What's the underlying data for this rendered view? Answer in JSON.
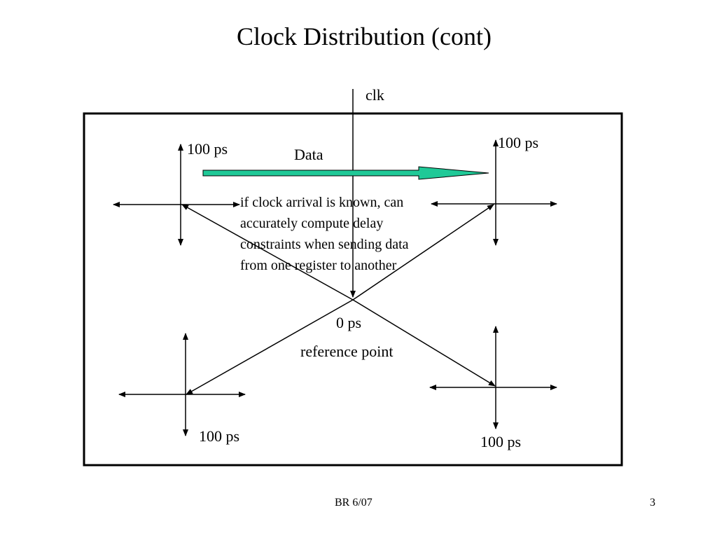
{
  "slide": {
    "title": "Clock Distribution (cont)",
    "footer_left": "BR 6/07",
    "page_number": "3"
  },
  "diagram": {
    "clock_label": "clk",
    "data_label": "Data",
    "center_delay_label": "0 ps",
    "center_caption": "reference point",
    "delay_top_left": "100 ps",
    "delay_top_right": "100 ps",
    "delay_bottom_left": "100 ps",
    "delay_bottom_right": "100 ps",
    "note_lines": [
      "if clock arrival is known, can",
      "accurately compute delay",
      "constraints when sending data",
      "from one register to another"
    ],
    "colors": {
      "data_arrow_fill": "#1fc997",
      "stroke": "#000000"
    }
  }
}
